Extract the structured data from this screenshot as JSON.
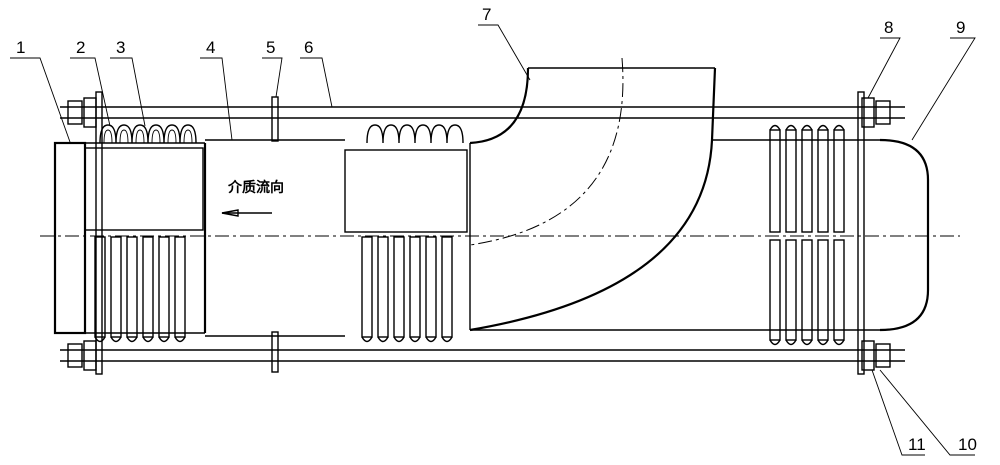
{
  "callouts": [
    "1",
    "2",
    "3",
    "4",
    "5",
    "6",
    "7",
    "8",
    "9",
    "10",
    "11"
  ],
  "flow_label": "介质流向"
}
